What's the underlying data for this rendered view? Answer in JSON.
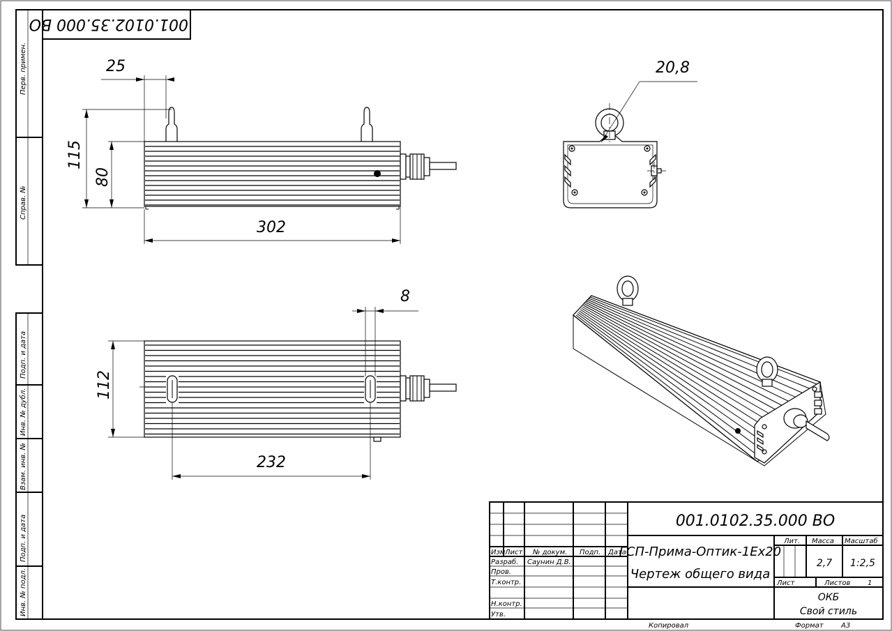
{
  "stamp": {
    "designation": "001.0102.35.000 ВО",
    "product_name": "ГСП-Прима-Оптик-1Ex20",
    "document_name": "Чертеж общего вида",
    "col_izm": "Изм",
    "col_list": "Лист",
    "col_doc": "№ докум.",
    "col_sign": "Подп.",
    "col_date": "Дата",
    "row_razrab": "Разраб.",
    "razrab_name": "Саунин Д.В.",
    "row_prov": "Пров.",
    "row_tkontr": "Т.контр.",
    "row_nkontr": "Н.контр.",
    "row_utv": "Утв.",
    "lit_label": "Лит.",
    "mass_label": "Масса",
    "scale_label": "Масштаб",
    "mass_value": "2,7",
    "scale_value": "1:2,5",
    "sheet_label": "Лист",
    "sheets_label": "Листов",
    "sheets_value": "1",
    "org_line1": "ОКБ",
    "org_line2": "Свой стиль",
    "copied_label": "Копировал",
    "format_label": "Формат",
    "format_value": "А3"
  },
  "corner_stamp": "001.0102.35.000 ВО",
  "side_margin": {
    "perv_primen": "Перв. примен.",
    "sprav_no": "Справ. №",
    "podp_data_1": "Подп. и дата",
    "inv_dubl": "Инв. № дубл.",
    "vzam_inv": "Взам. инв. №",
    "podp_data_2": "Подп. и дата",
    "inv_podl": "Инв. № подл."
  },
  "dimensions": {
    "lug_offset": "25",
    "height_total": "115",
    "height_body": "80",
    "length": "302",
    "slot_width": "8",
    "width": "112",
    "lug_spacing": "232",
    "ring_diameter": "20,8"
  }
}
